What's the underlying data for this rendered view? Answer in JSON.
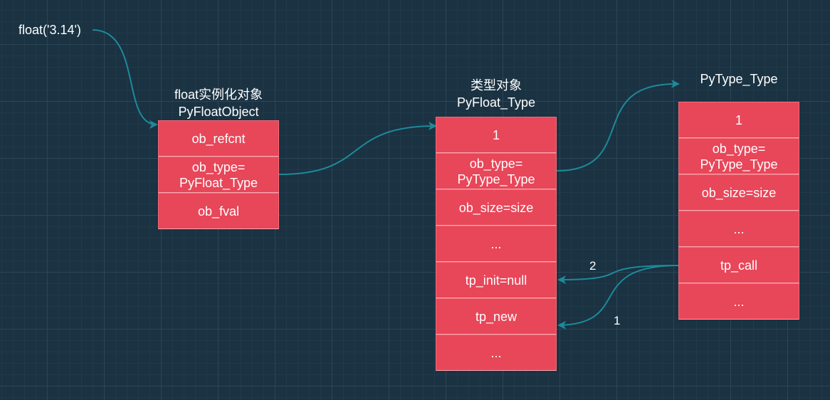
{
  "call_label": "float('3.14')",
  "instance": {
    "title_line1": "float实例化对象",
    "title_line2": "PyFloatObject",
    "cells": [
      {
        "line1": "ob_refcnt",
        "line2": ""
      },
      {
        "line1": "ob_type=",
        "line2": "PyFloat_Type"
      },
      {
        "line1": "ob_fval",
        "line2": ""
      }
    ]
  },
  "type_object": {
    "title_line1": "类型对象",
    "title_line2": "PyFloat_Type",
    "cells": [
      {
        "line1": "1",
        "line2": ""
      },
      {
        "line1": "ob_type=",
        "line2": "PyType_Type"
      },
      {
        "line1": "ob_size=size",
        "line2": ""
      },
      {
        "line1": "...",
        "line2": ""
      },
      {
        "line1": "tp_init=null",
        "line2": ""
      },
      {
        "line1": "tp_new",
        "line2": ""
      },
      {
        "line1": "...",
        "line2": ""
      }
    ]
  },
  "meta_type": {
    "title_line1": "PyType_Type",
    "cells": [
      {
        "line1": "1",
        "line2": ""
      },
      {
        "line1": "ob_type=",
        "line2": "PyType_Type"
      },
      {
        "line1": "ob_size=size",
        "line2": ""
      },
      {
        "line1": "...",
        "line2": ""
      },
      {
        "line1": "tp_call",
        "line2": ""
      },
      {
        "line1": "...",
        "line2": ""
      }
    ]
  },
  "edge_labels": {
    "to_tp_init": "2",
    "to_tp_new": "1"
  },
  "colors": {
    "cell_fill": "#e84659",
    "arrow": "#1d8a99",
    "background": "#1a3242"
  }
}
